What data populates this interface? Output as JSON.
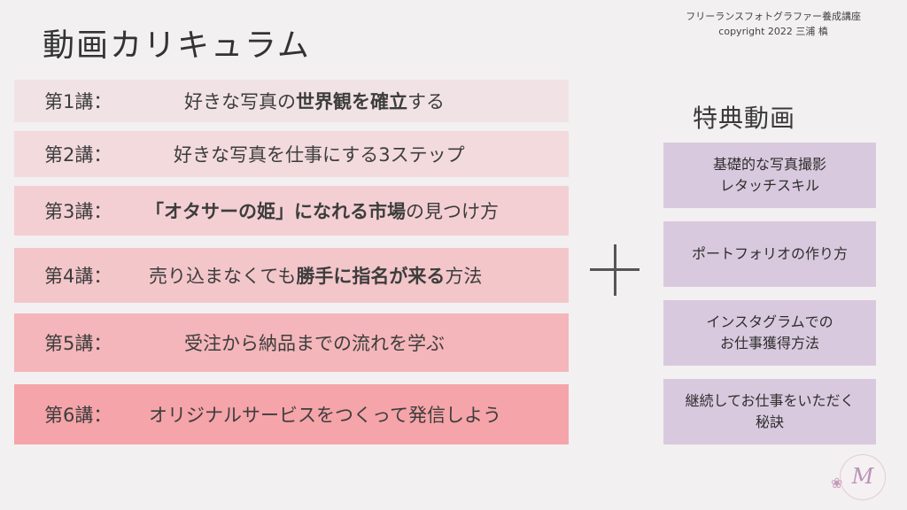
{
  "title": "動画カリキュラム",
  "credit": {
    "line1": "フリーランスフォトグラファー養成講座",
    "line2": "copyright 2022 三浦 槙"
  },
  "lectures": [
    {
      "num": "第1講：",
      "parts": [
        {
          "t": "好きな写真の",
          "b": false
        },
        {
          "t": "世界観を確立",
          "b": true
        },
        {
          "t": "する",
          "b": false
        }
      ]
    },
    {
      "num": "第2講：",
      "parts": [
        {
          "t": "好きな写真を仕事にする3ステップ",
          "b": false
        }
      ]
    },
    {
      "num": "第3講：",
      "parts": [
        {
          "t": "「オタサーの姫」になれる市場",
          "b": true
        },
        {
          "t": "の見つけ方",
          "b": false
        }
      ]
    },
    {
      "num": "第4講：",
      "parts": [
        {
          "t": "売り込まなくても",
          "b": false
        },
        {
          "t": "勝手に指名が来る",
          "b": true
        },
        {
          "t": "方法",
          "b": false
        }
      ]
    },
    {
      "num": "第5講：",
      "parts": [
        {
          "t": "受注から納品までの流れを学ぶ",
          "b": false
        }
      ]
    },
    {
      "num": "第6講：",
      "parts": [
        {
          "t": "オリジナルサービスをつくって発信しよう",
          "b": false
        }
      ]
    }
  ],
  "bonus_title": "特典動画",
  "bonus": [
    {
      "lines": [
        "基礎的な写真撮影",
        "レタッチスキル"
      ]
    },
    {
      "lines": [
        "ポートフォリオの作り方"
      ]
    },
    {
      "lines": [
        "インスタグラムでの",
        "お仕事獲得方法"
      ]
    },
    {
      "lines": [
        "継続してお仕事をいただく",
        "秘訣"
      ]
    }
  ],
  "colors": {
    "lecture_bg": [
      "#f1e3e5",
      "#f2dadd",
      "#f3cfd3",
      "#f3c6ca",
      "#f4b6ba",
      "#f5a4a9"
    ],
    "bonus_bg": "#d9c9de"
  },
  "logo": {
    "letter": "M",
    "icon": "flower-icon"
  }
}
